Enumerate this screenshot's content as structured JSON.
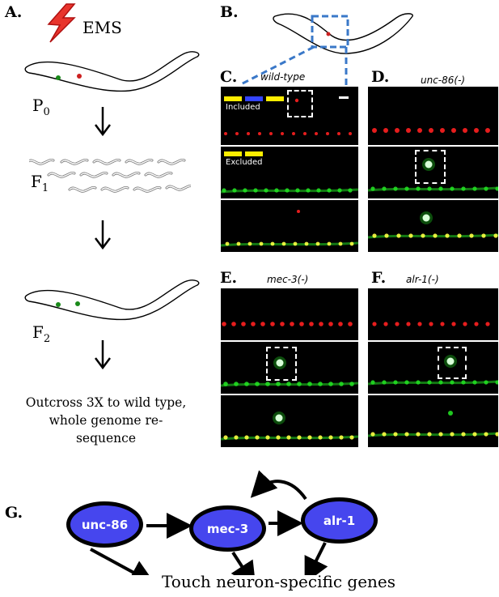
{
  "panels": {
    "a": "A.",
    "b": "B.",
    "c": "C.",
    "d": "D.",
    "e": "E.",
    "f": "F.",
    "g": "G."
  },
  "screen": {
    "mutagen": "EMS",
    "p0": {
      "letter": "P",
      "sub": "0"
    },
    "f1": {
      "letter": "F",
      "sub": "1"
    },
    "f2": {
      "letter": "F",
      "sub": "2"
    },
    "step_text": [
      "Outcross 3X to wild type,",
      "whole genome re-",
      "sequence"
    ]
  },
  "images": {
    "c_caption": "wild-type",
    "d_caption": "unc-86(-)",
    "e_caption": "mec-3(-)",
    "f_caption": "alr-1(-)",
    "included_label": "Included",
    "excluded_label": "Excluded",
    "included_colors": [
      "#ffee00",
      "#3344ff",
      "#ffee00"
    ],
    "excluded_colors": [
      "#ffee00",
      "#ffee00"
    ],
    "red_channel": "#ff2020",
    "green_channel": "#22dd22",
    "merge_color": "#ffff44"
  },
  "network": {
    "nodes": [
      "unc-86",
      "mec-3",
      "alr-1"
    ],
    "target": "Touch neuron-specific genes",
    "node_color": "#4646ee"
  }
}
